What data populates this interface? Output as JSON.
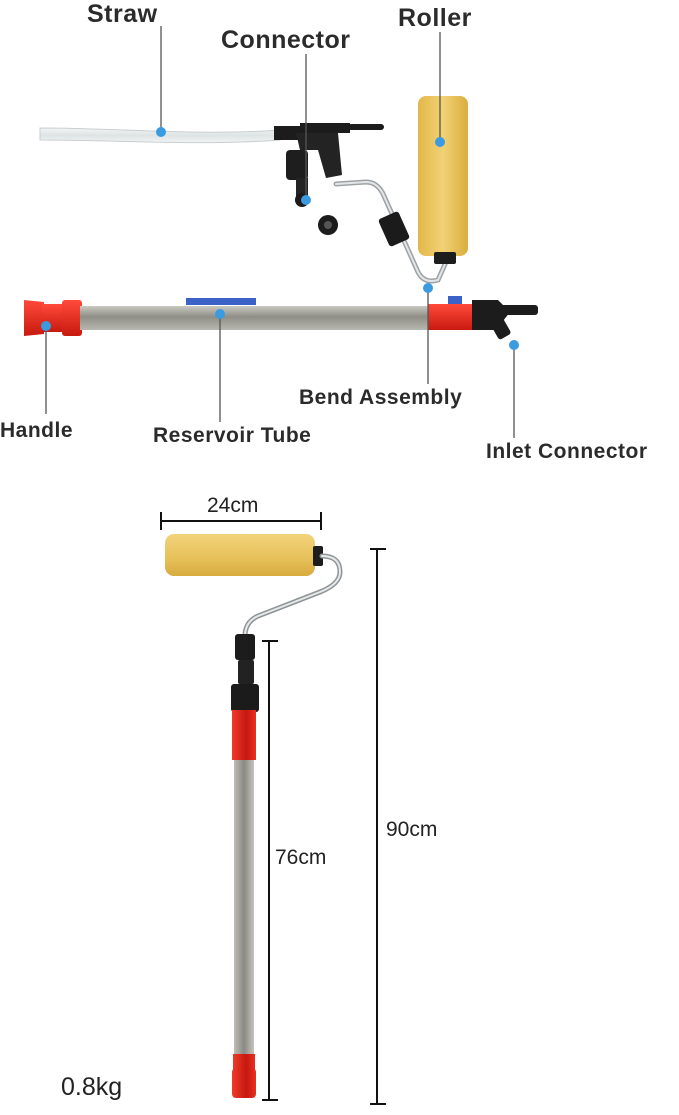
{
  "labels": {
    "straw": "Straw",
    "connector": "Connector",
    "roller": "Roller",
    "handle": "Handle",
    "reservoir_tube": "Reservoir Tube",
    "bend_assembly": "Bend Assembly",
    "inlet_connector": "Inlet Connector"
  },
  "dimensions": {
    "roller_width": "24cm",
    "tube_length": "76cm",
    "total_length": "90cm",
    "weight": "0.8kg"
  },
  "colors": {
    "callout_dot": "#3a9be0",
    "tube_red": "#e02020",
    "tube_silver": "#9c9c94",
    "roller_yellow": "#e8c45a",
    "black_part": "#1c1c1c"
  }
}
